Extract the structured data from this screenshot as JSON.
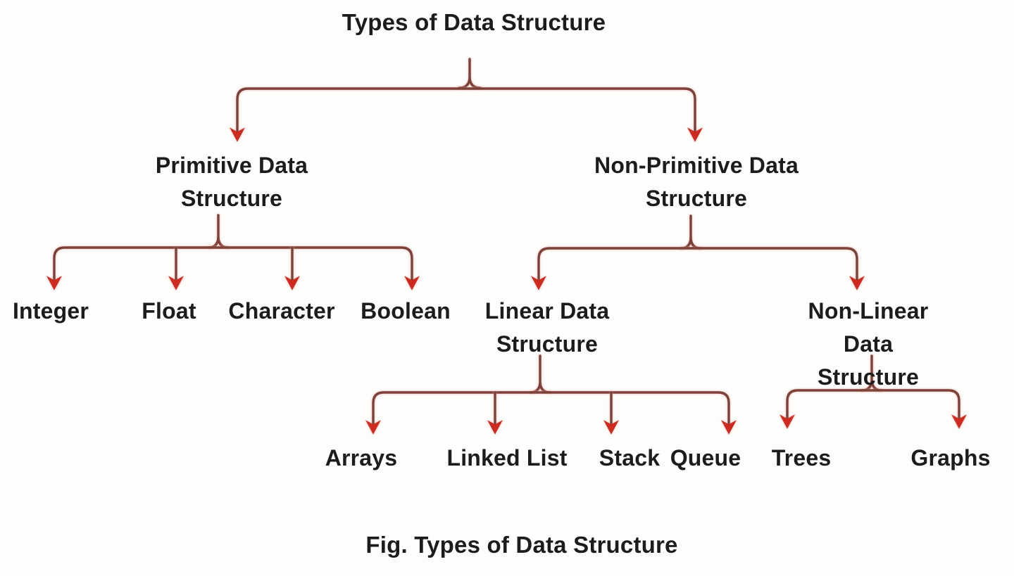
{
  "diagram": {
    "title": "Types of Data Structure",
    "caption": "Fig. Types of Data Structure",
    "colors": {
      "background": "#fdfdfc",
      "text": "#1c1c1c",
      "line": "#7c4138",
      "arrow": "#ce2a20"
    },
    "nodes": {
      "root": {
        "label": "Types of Data Structure"
      },
      "primitive": {
        "label": "Primitive Data\nStructure"
      },
      "non_primitive": {
        "label": "Non-Primitive Data\nStructure"
      },
      "integer": {
        "label": "Integer"
      },
      "float": {
        "label": "Float"
      },
      "character": {
        "label": "Character"
      },
      "boolean": {
        "label": "Boolean"
      },
      "linear": {
        "label": "Linear Data\nStructure"
      },
      "non_linear": {
        "label": "Non-Linear\nData Structure"
      },
      "arrays": {
        "label": "Arrays"
      },
      "linked_list": {
        "label": "Linked List"
      },
      "stack": {
        "label": "Stack"
      },
      "queue": {
        "label": "Queue"
      },
      "trees": {
        "label": "Trees"
      },
      "graphs": {
        "label": "Graphs"
      }
    },
    "hierarchy": {
      "label": "Types of Data Structure",
      "children": [
        {
          "label": "Primitive Data Structure",
          "children": [
            {
              "label": "Integer"
            },
            {
              "label": "Float"
            },
            {
              "label": "Character"
            },
            {
              "label": "Boolean"
            }
          ]
        },
        {
          "label": "Non-Primitive Data Structure",
          "children": [
            {
              "label": "Linear Data Structure",
              "children": [
                {
                  "label": "Arrays"
                },
                {
                  "label": "Linked List"
                },
                {
                  "label": "Stack"
                },
                {
                  "label": "Queue"
                }
              ]
            },
            {
              "label": "Non-Linear Data Structure",
              "children": [
                {
                  "label": "Trees"
                },
                {
                  "label": "Graphs"
                }
              ]
            }
          ]
        }
      ]
    }
  }
}
